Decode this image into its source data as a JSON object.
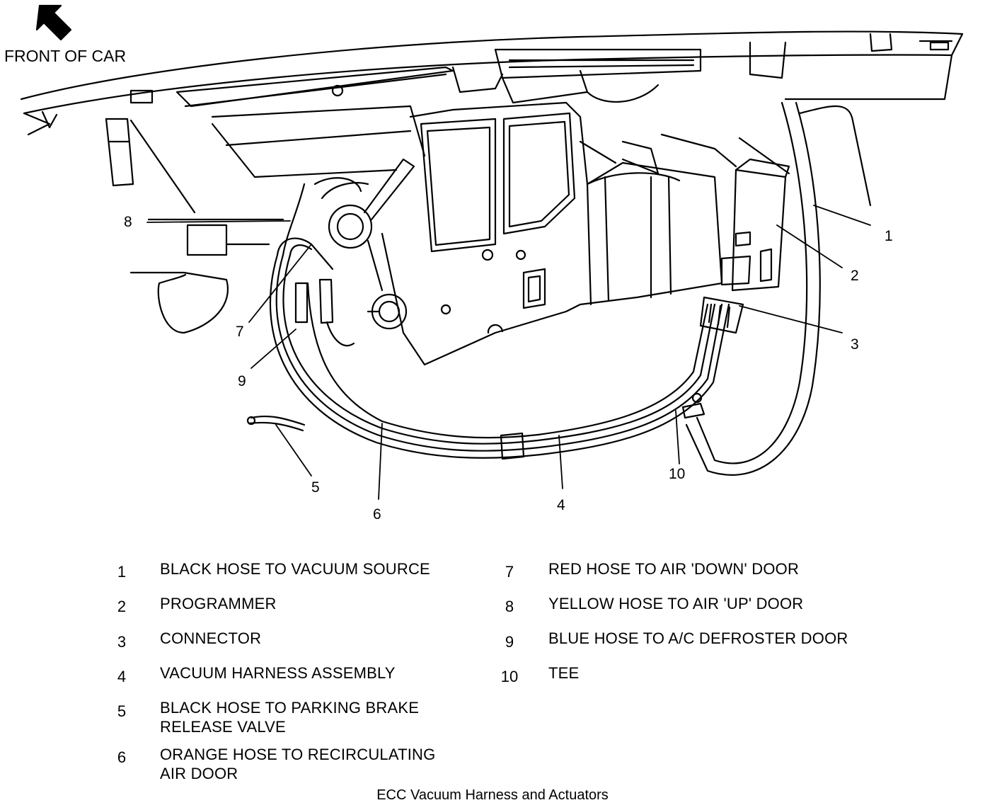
{
  "front_label": "FRONT OF CAR",
  "callouts": [
    "1",
    "2",
    "3",
    "4",
    "5",
    "6",
    "7",
    "8",
    "9",
    "10"
  ],
  "legend": [
    {
      "num": "1",
      "text": "BLACK HOSE TO VACUUM SOURCE"
    },
    {
      "num": "2",
      "text": "PROGRAMMER"
    },
    {
      "num": "3",
      "text": "CONNECTOR"
    },
    {
      "num": "4",
      "text": "VACUUM HARNESS ASSEMBLY"
    },
    {
      "num": "5",
      "text": "BLACK HOSE TO PARKING BRAKE\nRELEASE VALVE"
    },
    {
      "num": "6",
      "text": "ORANGE HOSE TO RECIRCULATING\nAIR DOOR"
    },
    {
      "num": "7",
      "text": "RED HOSE TO AIR 'DOWN' DOOR"
    },
    {
      "num": "8",
      "text": "YELLOW HOSE TO AIR 'UP' DOOR"
    },
    {
      "num": "9",
      "text": "BLUE HOSE TO A/C DEFROSTER DOOR"
    },
    {
      "num": "10",
      "text": "TEE"
    }
  ],
  "caption": "ECC Vacuum Harness and Actuators"
}
